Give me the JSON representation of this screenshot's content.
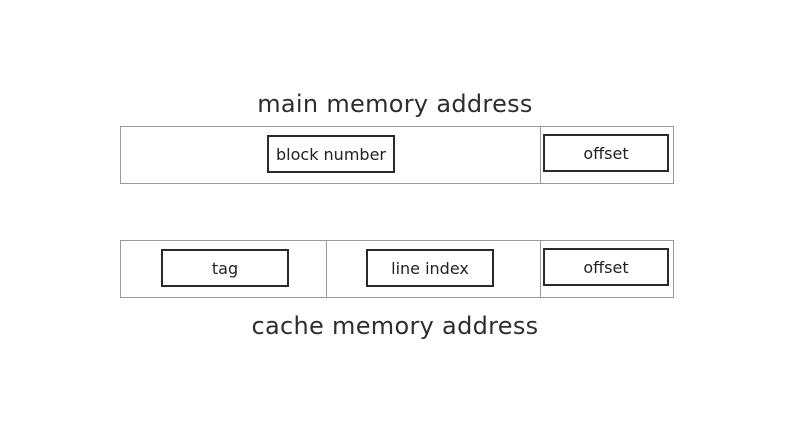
{
  "main_address": {
    "caption": "main memory address",
    "fields": {
      "block_number": "block number",
      "offset": "offset"
    }
  },
  "cache_address": {
    "caption": "cache memory address",
    "fields": {
      "tag": "tag",
      "line_index": "line index",
      "offset": "offset"
    }
  },
  "colors": {
    "field_border": "#2a2a2a",
    "bar_border": "#9a9a9a",
    "text": "#2e2e2e"
  }
}
